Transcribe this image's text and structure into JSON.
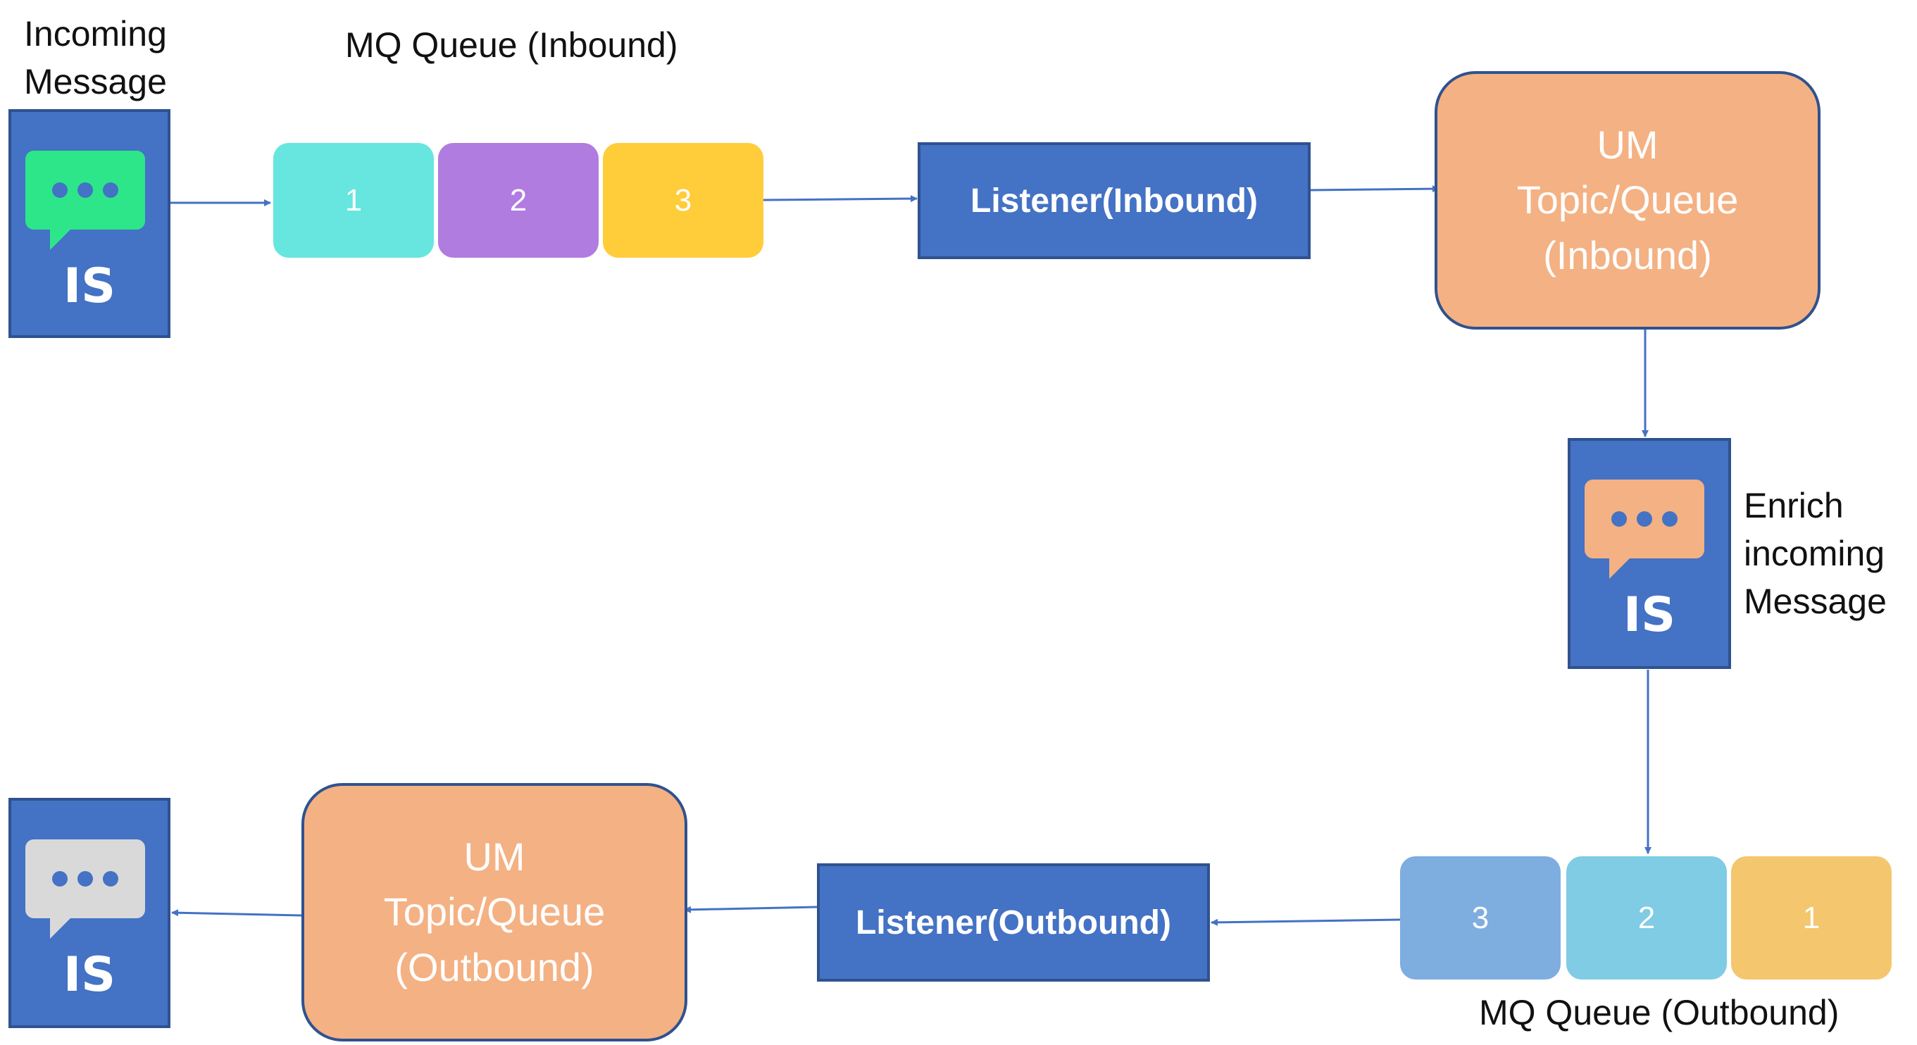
{
  "inbound": {
    "incoming_label": "Incoming\nMessage",
    "queue_title": "MQ Queue (Inbound)",
    "queue_cells": [
      "1",
      "2",
      "3"
    ],
    "listener": "Listener(Inbound)",
    "um": "UM\nTopic/Queue\n(Inbound)"
  },
  "enrich": {
    "label": "Enrich\nincoming\nMessage"
  },
  "outbound": {
    "queue_title": "MQ Queue (Outbound)",
    "queue_cells": [
      "3",
      "2",
      "1"
    ],
    "listener": "Listener(Outbound)",
    "um": "UM\nTopic/Queue\n(Outbound)"
  },
  "is_label": "IS",
  "icons": {
    "message": "chat-bubble-icon"
  },
  "colors": {
    "is_box": "#4472C4",
    "bubble_green": "#2EE68A",
    "bubble_orange": "#F4B183",
    "bubble_gray": "#D9D9D9",
    "um_box": "#F4B183",
    "in_queue": [
      "#66E6DE",
      "#B07CE0",
      "#FFCC3A"
    ],
    "out_queue": [
      "#7EADE0",
      "#7FCCE4",
      "#F4C66E"
    ]
  }
}
